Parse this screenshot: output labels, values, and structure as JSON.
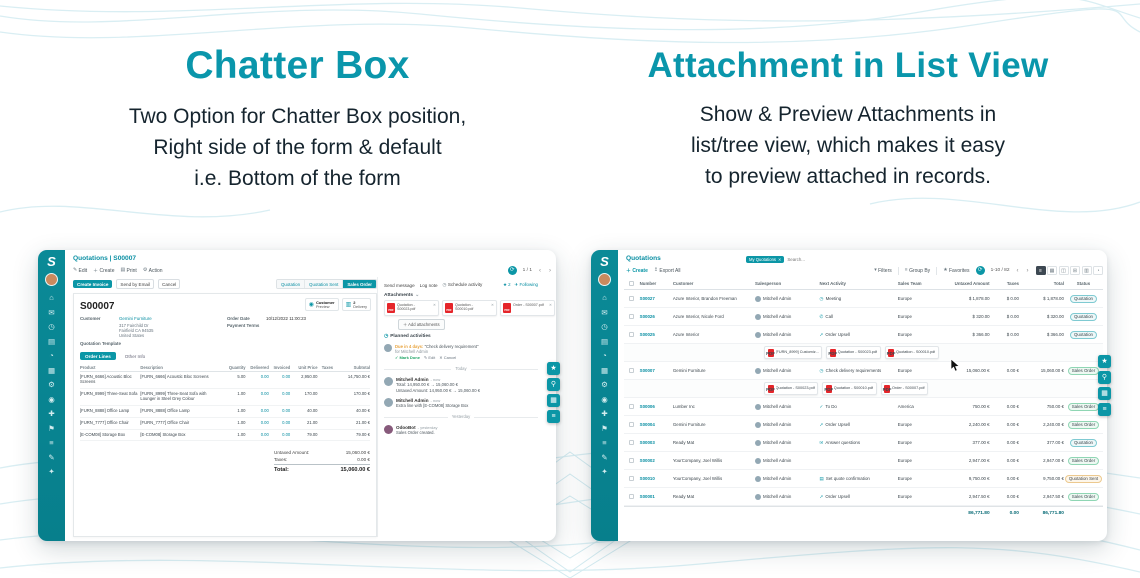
{
  "page": {
    "left": {
      "title": "Chatter Box",
      "lines": [
        "Two Option for Chatter Box position,",
        "Right side of the form & default",
        "i.e. Bottom of the form"
      ]
    },
    "right": {
      "title": "Attachment in List View",
      "lines": [
        "Show & Preview Attachments in",
        "list/tree view, which makes it easy",
        "to preview attached in records."
      ]
    }
  },
  "sidebar": {
    "logo": "S",
    "icons": [
      "⌂",
      "✉",
      "◷",
      "▤",
      "◔",
      "▦",
      "⚙",
      "◉",
      "✚",
      "⚑",
      "≡",
      "✎",
      "✦"
    ]
  },
  "quickbar": {
    "buttons": [
      "★",
      "⚲",
      "▦",
      "≡"
    ]
  },
  "form_app": {
    "breadcrumb": "Quotations | S00007",
    "controls": {
      "edit": "Edit",
      "create": "Create",
      "print": "Print",
      "action": "Action",
      "pager": "1 / 1"
    },
    "actions": {
      "create_invoice": "Create Invoice",
      "send_by_email": "Send by Email",
      "cancel": "Cancel"
    },
    "statusbar": [
      "Quotation",
      "Quotation Sent",
      "Sales Order"
    ],
    "smart_buttons": {
      "preview_top": "Customer",
      "preview_bottom": "Preview",
      "delivery_count": "2",
      "delivery_label": "Delivery"
    },
    "record_name": "S00007",
    "fields": {
      "customer_label": "Customer",
      "customer": "Gemini Furniture",
      "address": [
        "317 Fairchild Dr",
        "Fairfield CA 94535",
        "United States"
      ],
      "order_date_label": "Order Date",
      "order_date": "10/12/2022 11:00:23",
      "payment_terms_label": "Payment Terms",
      "template_label": "Quotation Template"
    },
    "tabs": {
      "order_lines": "Order Lines",
      "other_info": "Other Info"
    },
    "table": {
      "headers": [
        "Product",
        "Description",
        "Quantity",
        "Delivered",
        "Invoiced",
        "Unit Price",
        "Taxes",
        "Subtotal"
      ],
      "rows": [
        {
          "product": "[FURN_6666] Acoustic Bloc Screens",
          "description": "[FURN_6666] Acoustic Bloc Screens",
          "quantity": "5.00",
          "delivered": "0.00",
          "invoiced": "0.00",
          "price": "2,950.00",
          "taxes": "",
          "subtotal": "14,750.00 €"
        },
        {
          "product": "[FURN_8999] Three-Seat Sofa",
          "description": "[FURN_8999] Three-Seat Sofa with Lounger in Steel Grey Colour",
          "quantity": "1.00",
          "delivered": "0.00",
          "invoiced": "0.00",
          "price": "170.00",
          "taxes": "",
          "subtotal": "170.00 €"
        },
        {
          "product": "[FURN_8888] Office Lamp",
          "description": "[FURN_8888] Office Lamp",
          "quantity": "1.00",
          "delivered": "0.00",
          "invoiced": "0.00",
          "price": "40.00",
          "taxes": "",
          "subtotal": "40.00 €"
        },
        {
          "product": "[FURN_7777] Office Chair",
          "description": "[FURN_7777] Office Chair",
          "quantity": "1.00",
          "delivered": "0.00",
          "invoiced": "0.00",
          "price": "21.00",
          "taxes": "",
          "subtotal": "21.00 €"
        },
        {
          "product": "[E-COM08] Storage Box",
          "description": "[E-COM08] Storage Box",
          "quantity": "1.00",
          "delivered": "0.00",
          "invoiced": "0.00",
          "price": "79.00",
          "taxes": "",
          "subtotal": "79.00 €"
        }
      ],
      "totals": {
        "untaxed_label": "Untaxed Amount:",
        "untaxed": "15,060.00 €",
        "taxes_label": "Taxes:",
        "taxes": "0.00 €",
        "total_label": "Total:",
        "total": "15,060.00 €"
      }
    },
    "chatter": {
      "send_message": "Send message",
      "log_note": "Log note",
      "schedule_activity": "Schedule activity",
      "star_count": "2",
      "following": "Following",
      "attachments_label": "Attachments",
      "attachments": [
        "Quotation - S00023.pdf",
        "Quotation - S00010.pdf",
        "Order - S00007.pdf"
      ],
      "add_attachments": "Add attachments",
      "planned_label": "Planned activities",
      "activity": {
        "due": "Due in 4 days:",
        "summary": "\"Check delivery requirement\"",
        "assignee": "for Mitchell Admin",
        "mark_done": "Mark Done",
        "edit": "Edit",
        "cancel": "Cancel"
      },
      "divider_today": "Today",
      "messages": [
        {
          "author": "Mitchell Admin",
          "time": "- now",
          "line1": "Total: 14,950.00 € → 15,060.00 €",
          "line2": "Untaxed Amount: 14,950.00 € → 15,060.00 €"
        },
        {
          "author": "Mitchell Admin",
          "time": "- now",
          "line1": "Extra line with [E-COM08] Storage Box",
          "line2": ""
        }
      ],
      "divider_yesterday": "Yesterday",
      "bot": {
        "author": "OdooBot",
        "time": "- yesterday",
        "line1": "Sales Order created."
      }
    }
  },
  "list_app": {
    "breadcrumb": "Quotations",
    "search": {
      "facet": "My Quotations",
      "placeholder": "Search..."
    },
    "controls": {
      "create": "Create",
      "export": "Export All",
      "filters": "Filters",
      "group_by": "Group By",
      "favorites": "Favorites",
      "pager": "1-10 / 82"
    },
    "view_icons": [
      "≡",
      "▦",
      "◫",
      "⊞",
      "▥",
      "◔"
    ],
    "headers": [
      "Number",
      "Customer",
      "Salesperson",
      "Next Activity",
      "Sales Team",
      "Untaxed Amount",
      "Taxes",
      "Total",
      "Status"
    ],
    "rows": [
      {
        "number": "S00027",
        "customer": "Azure Interior, Brandon Freeman",
        "salesperson": "Mitchell Admin",
        "activity_icon": "◷",
        "activity": "Meeting",
        "team": "Europe",
        "untaxed": "$ 1,878.00",
        "taxes": "$ 0.00",
        "total": "$ 1,878.00",
        "status": "Quotation",
        "status_class": "st-teal"
      },
      {
        "number": "S00026",
        "customer": "Azure Interior, Nicole Ford",
        "salesperson": "Mitchell Admin",
        "activity_icon": "✆",
        "activity": "Call",
        "team": "Europe",
        "untaxed": "$ 320.00",
        "taxes": "$ 0.00",
        "total": "$ 320.00",
        "status": "Quotation",
        "status_class": "st-teal"
      },
      {
        "number": "S00025",
        "customer": "Azure Interior",
        "salesperson": "Mitchell Admin",
        "activity_icon": "➚",
        "activity": "Order Upsell",
        "team": "Europe",
        "untaxed": "$ 366.00",
        "taxes": "$ 0.00",
        "total": "$ 366.00",
        "status": "Quotation",
        "status_class": "st-teal"
      },
      {
        "kind": "strip",
        "chips": {
          "0": "[FURN_8999] Customiz...",
          "1": "Quotation - S00023.pdf",
          "2": "Quotation - S00010.pdf"
        }
      },
      {
        "number": "S00007",
        "customer": "Gemini Furniture",
        "salesperson": "Mitchell Admin",
        "activity_icon": "◷",
        "activity": "Check delivery requirements",
        "team": "Europe",
        "untaxed": "15,060.00 €",
        "taxes": "0.00 €",
        "total": "15,060.00 €",
        "status": "Sales Order",
        "status_class": "st-green"
      },
      {
        "kind": "strip",
        "chips": {
          "0": "Quotation - S00023.pdf",
          "1": "Quotation - S00010.pdf",
          "2": "Order - S00007.pdf"
        }
      },
      {
        "number": "S00006",
        "customer": "Lumber Inc",
        "salesperson": "Mitchell Admin",
        "activity_icon": "✓",
        "activity": "To Do",
        "team": "America",
        "untaxed": "750.00 €",
        "taxes": "0.00 €",
        "total": "750.00 €",
        "status": "Sales Order",
        "status_class": "st-green"
      },
      {
        "number": "S00004",
        "customer": "Gemini Furniture",
        "salesperson": "Mitchell Admin",
        "activity_icon": "➚",
        "activity": "Order Upsell",
        "team": "Europe",
        "untaxed": "2,240.00 €",
        "taxes": "0.00 €",
        "total": "2,240.00 €",
        "status": "Sales Order",
        "status_class": "st-green"
      },
      {
        "number": "S00003",
        "customer": "Ready Mat",
        "salesperson": "Mitchell Admin",
        "activity_icon": "✉",
        "activity": "Answer questions",
        "team": "Europe",
        "untaxed": "377.00 €",
        "taxes": "0.00 €",
        "total": "377.00 €",
        "status": "Quotation",
        "status_class": "st-teal"
      },
      {
        "number": "S00002",
        "customer": "YourCompany, Joel Willis",
        "salesperson": "Mitchell Admin",
        "activity_icon": "",
        "activity": "",
        "team": "Europe",
        "untaxed": "2,947.00 €",
        "taxes": "0.00 €",
        "total": "2,947.00 €",
        "status": "Sales Order",
        "status_class": "st-green"
      },
      {
        "number": "S00010",
        "customer": "YourCompany, Joel Willis",
        "salesperson": "Mitchell Admin",
        "activity_icon": "▤",
        "activity": "Set quote confirmation",
        "team": "Europe",
        "untaxed": "9,750.00 €",
        "taxes": "0.00 €",
        "total": "9,750.00 €",
        "status": "Quotation Sent",
        "status_class": "st-orange"
      },
      {
        "number": "S00001",
        "customer": "Ready Mat",
        "salesperson": "Mitchell Admin",
        "activity_icon": "➚",
        "activity": "Order Upsell",
        "team": "Europe",
        "untaxed": "2,947.50 €",
        "taxes": "0.00 €",
        "total": "2,947.50 €",
        "status": "Sales Order",
        "status_class": "st-green"
      }
    ],
    "footer": {
      "untaxed": "86,771.80",
      "taxes": "0.00",
      "total": "86,771.80"
    }
  }
}
